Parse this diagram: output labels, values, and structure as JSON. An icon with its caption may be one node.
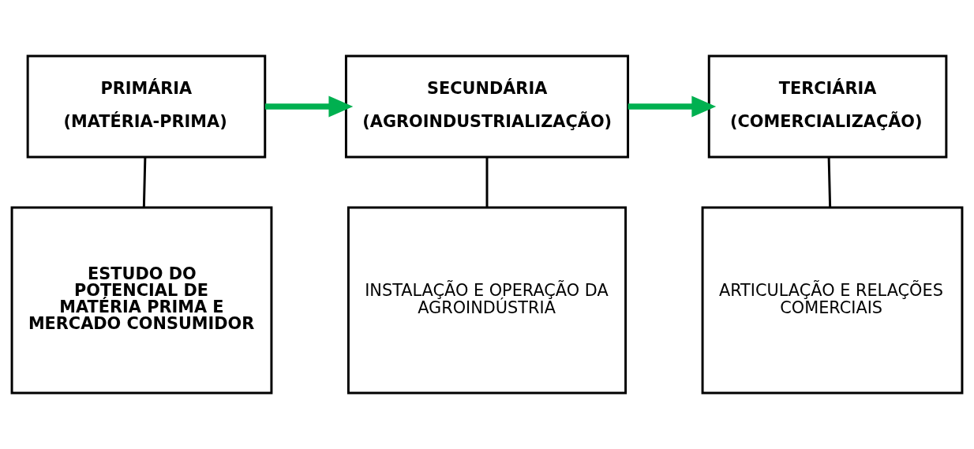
{
  "diagram": {
    "nodes": [
      {
        "text": [
          "PRIMÁRIA",
          "(MATÉRIA-PRIMA)"
        ]
      },
      {
        "text": [
          "SECUNDÁRIA",
          "(AGROINDUSTRIALIZAÇÃO)"
        ]
      },
      {
        "text": [
          "TERCIÁRIA",
          "(COMERCIALIZAÇÃO)"
        ]
      },
      {
        "text": [
          "ESTUDO DO POTENCIAL DE MATÉRIA PRIMA E MERCADO CONSUMIDOR"
        ]
      },
      {
        "text": [
          "INSTALAÇÃO E OPERAÇÃO DA AGROINDÚSTRIA"
        ]
      },
      {
        "text": [
          "ARTICULAÇÃO E RELAÇÕES COMERCIAIS"
        ]
      }
    ],
    "edges": [
      {
        "from": 0,
        "to": 1,
        "arrow": "to",
        "style": "thick",
        "color": "#00b050"
      },
      {
        "from": 1,
        "to": 2,
        "arrow": "to",
        "style": "thick",
        "color": "#00b050"
      },
      {
        "from": 0,
        "to": 3,
        "arrow": "none"
      },
      {
        "from": 1,
        "to": 4,
        "arrow": "none"
      },
      {
        "from": 2,
        "to": 5,
        "arrow": "none"
      }
    ]
  }
}
